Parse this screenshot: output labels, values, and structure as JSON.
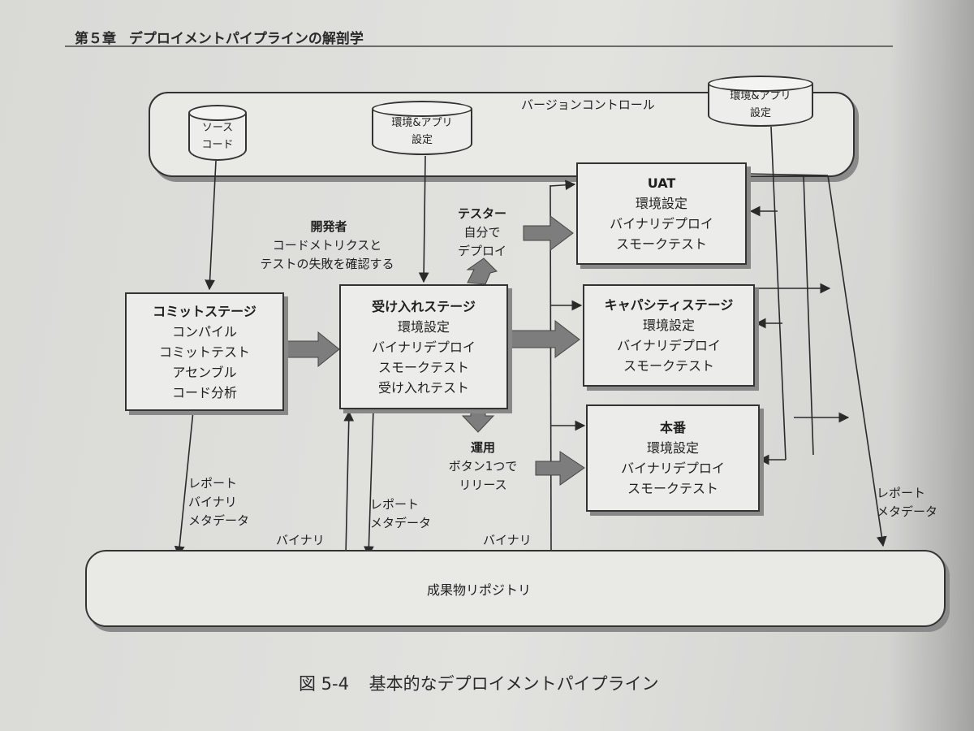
{
  "header": {
    "chapter": "第５章",
    "title": "デプロイメントパイプラインの解剖学"
  },
  "version_control": {
    "label": "バージョンコントロール",
    "source_code": [
      "ソース",
      "コード"
    ],
    "env_app_config": [
      "環境&アプリ",
      "設定"
    ]
  },
  "external_config": [
    "環境&アプリ",
    "設定"
  ],
  "developer_note": {
    "title": "開発者",
    "lines": [
      "コードメトリクスと",
      "テストの失敗を確認する"
    ]
  },
  "tester_note": {
    "title": "テスター",
    "lines": [
      "自分で",
      "デプロイ"
    ]
  },
  "ops_note": {
    "title": "運用",
    "lines": [
      "ボタン1つで",
      "リリース"
    ]
  },
  "commit_stage": {
    "title": "コミットステージ",
    "lines": [
      "コンパイル",
      "コミットテスト",
      "アセンブル",
      "コード分析"
    ]
  },
  "acceptance_stage": {
    "title": "受け入れステージ",
    "lines": [
      "環境設定",
      "バイナリデプロイ",
      "スモークテスト",
      "受け入れテスト"
    ]
  },
  "uat_stage": {
    "title": "UAT",
    "lines": [
      "環境設定",
      "バイナリデプロイ",
      "スモークテスト"
    ]
  },
  "capacity_stage": {
    "title": "キャパシティステージ",
    "lines": [
      "環境設定",
      "バイナリデプロイ",
      "スモークテスト"
    ]
  },
  "production_stage": {
    "title": "本番",
    "lines": [
      "環境設定",
      "バイナリデプロイ",
      "スモークテスト"
    ]
  },
  "flow_labels": {
    "commit_to_repo": [
      "レポート",
      "バイナリ",
      "メタデータ"
    ],
    "repo_to_acceptance": "バイナリ",
    "acceptance_to_repo": [
      "レポート",
      "メタデータ"
    ],
    "repo_to_later": "バイナリ",
    "later_to_repo": [
      "レポート",
      "メタデータ"
    ]
  },
  "artifact_repository": "成果物リポジトリ",
  "caption": {
    "figure": "図 5-4",
    "title": "基本的なデプロイメントパイプライン"
  }
}
